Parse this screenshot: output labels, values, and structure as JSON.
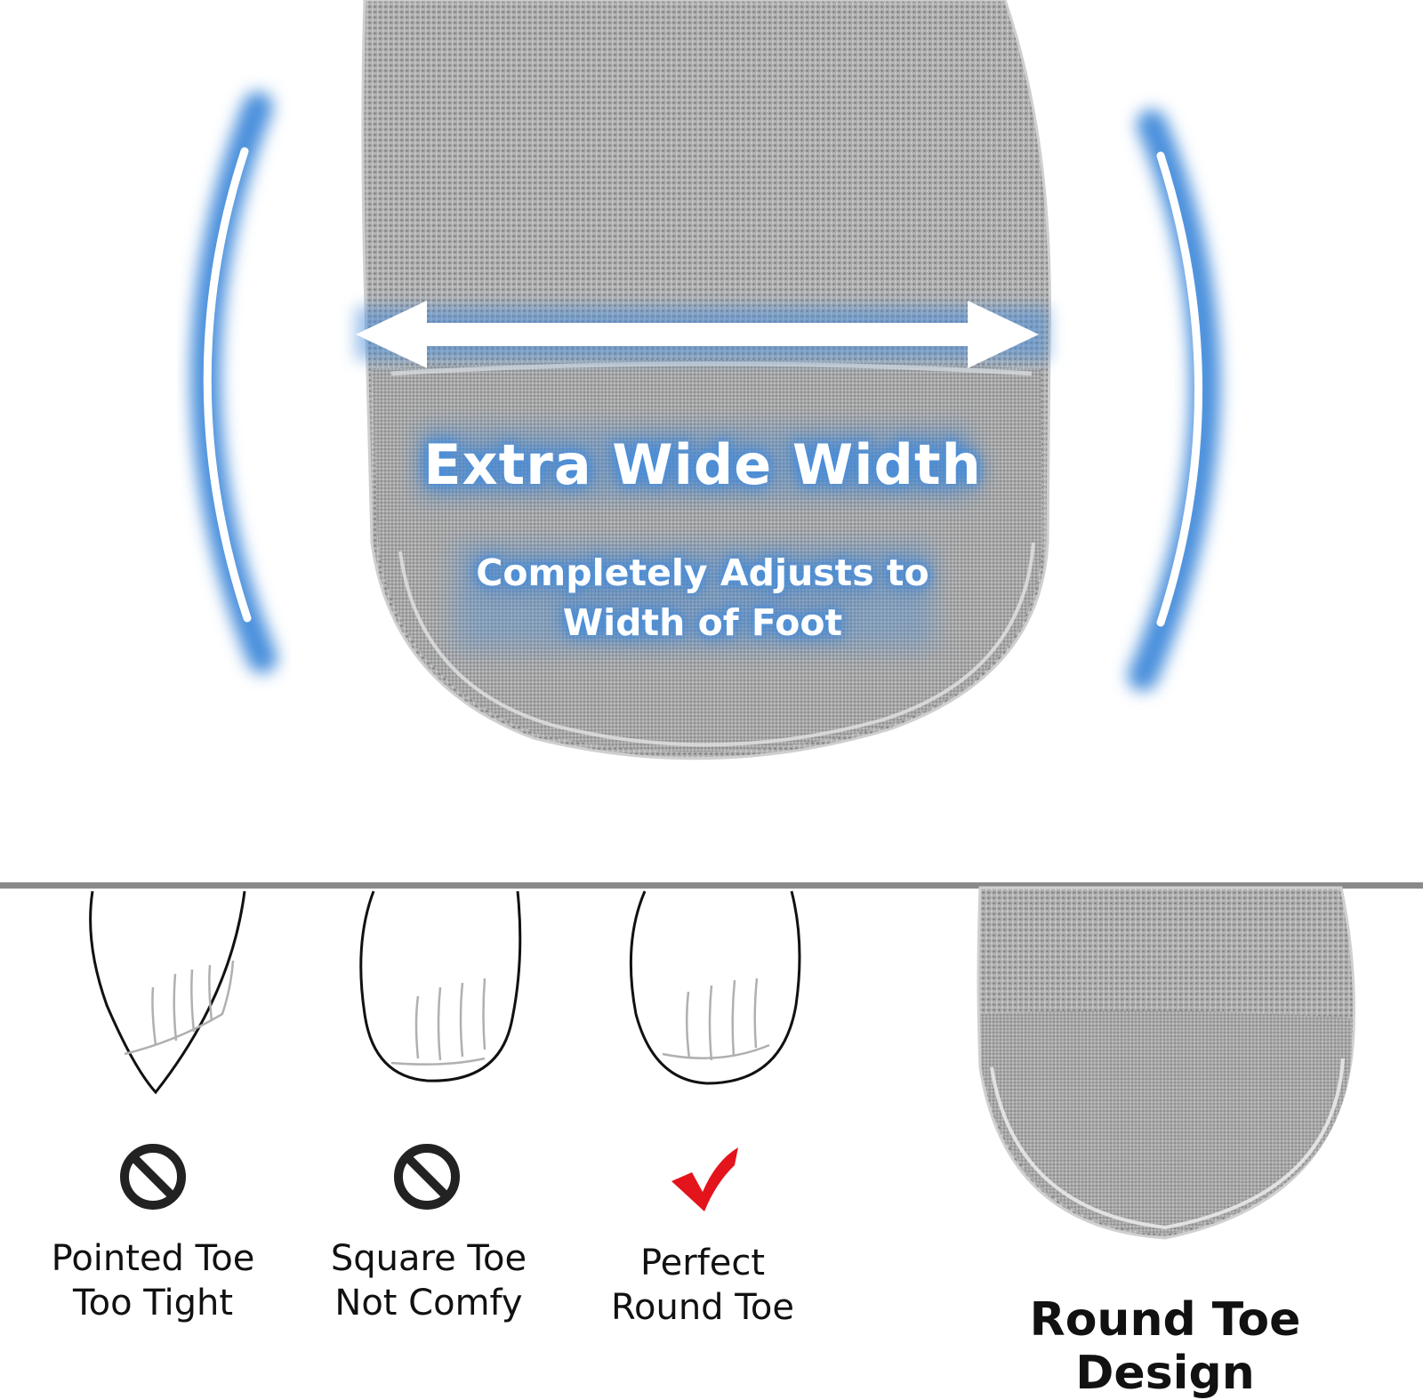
{
  "hero": {
    "headline": "Extra Wide Width",
    "subline_1": "Completely Adjusts to",
    "subline_2": "Width of Foot"
  },
  "comparisons": [
    {
      "line_1": "Pointed Toe",
      "line_2": "Too Tight",
      "verdict_icon": "prohibited-icon"
    },
    {
      "line_1": "Square Toe",
      "line_2": "Not Comfy",
      "verdict_icon": "prohibited-icon"
    },
    {
      "line_1": "Perfect",
      "line_2": "Round Toe",
      "verdict_icon": "checkmark-icon"
    }
  ],
  "design_label": "Round Toe Design",
  "colors": {
    "glow_blue": "#4a8fdc",
    "check_red": "#e3141b",
    "sock_gray": "#a9a9a9",
    "divider": "#8a8a8a"
  }
}
